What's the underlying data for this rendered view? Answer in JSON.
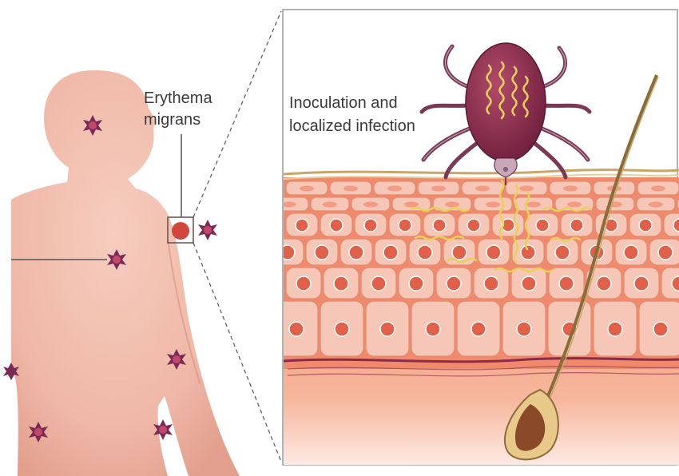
{
  "labels": {
    "erythema_line1": "Erythema",
    "erythema_line2": "migrans",
    "inoculation_line1": "Inoculation and",
    "inoculation_line2": "localized infection"
  },
  "colors": {
    "skin": "#f0b9a8",
    "skin_shade": "#e29e8c",
    "lesion": "#7a2a55",
    "tick_body": "#8c2e4e",
    "spirochete": "#e8d15a",
    "cell": "#f6c7b6",
    "nucleus": "#e0604a",
    "dermis": "#f08b6a"
  },
  "icons": {
    "lesion": "erythema-lesion-icon",
    "tick": "tick-icon",
    "spirochete": "spirochete-icon",
    "hair": "hair-follicle-icon"
  }
}
